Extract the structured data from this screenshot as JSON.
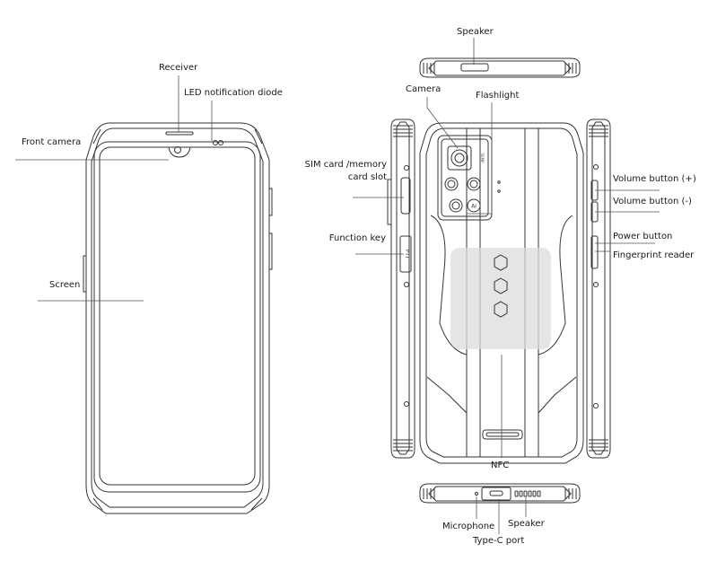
{
  "labels": {
    "speaker_top": "Speaker",
    "receiver": "Receiver",
    "led": "LED notification diode",
    "front_camera": "Front camera",
    "screen": "Screen",
    "camera": "Camera",
    "flashlight": "Flashlight",
    "sim_line1": "SIM card /memory",
    "sim_line2": "card slot",
    "function_key": "Function key",
    "volume_up": "Volume button (+)",
    "volume_down": "Volume button (-)",
    "power": "Power button",
    "fingerprint": "Fingerprint reader",
    "nfc": "NFC",
    "microphone": "Microphone",
    "speaker_bottom": "Speaker",
    "typec": "Type-C port"
  },
  "device_marks": {
    "ptt": "PTT",
    "ai": "AI",
    "camera_text": "50MP"
  },
  "colors": {
    "line": "#333333",
    "leader": "#555555",
    "nfc_area": "#dcdcdc"
  }
}
